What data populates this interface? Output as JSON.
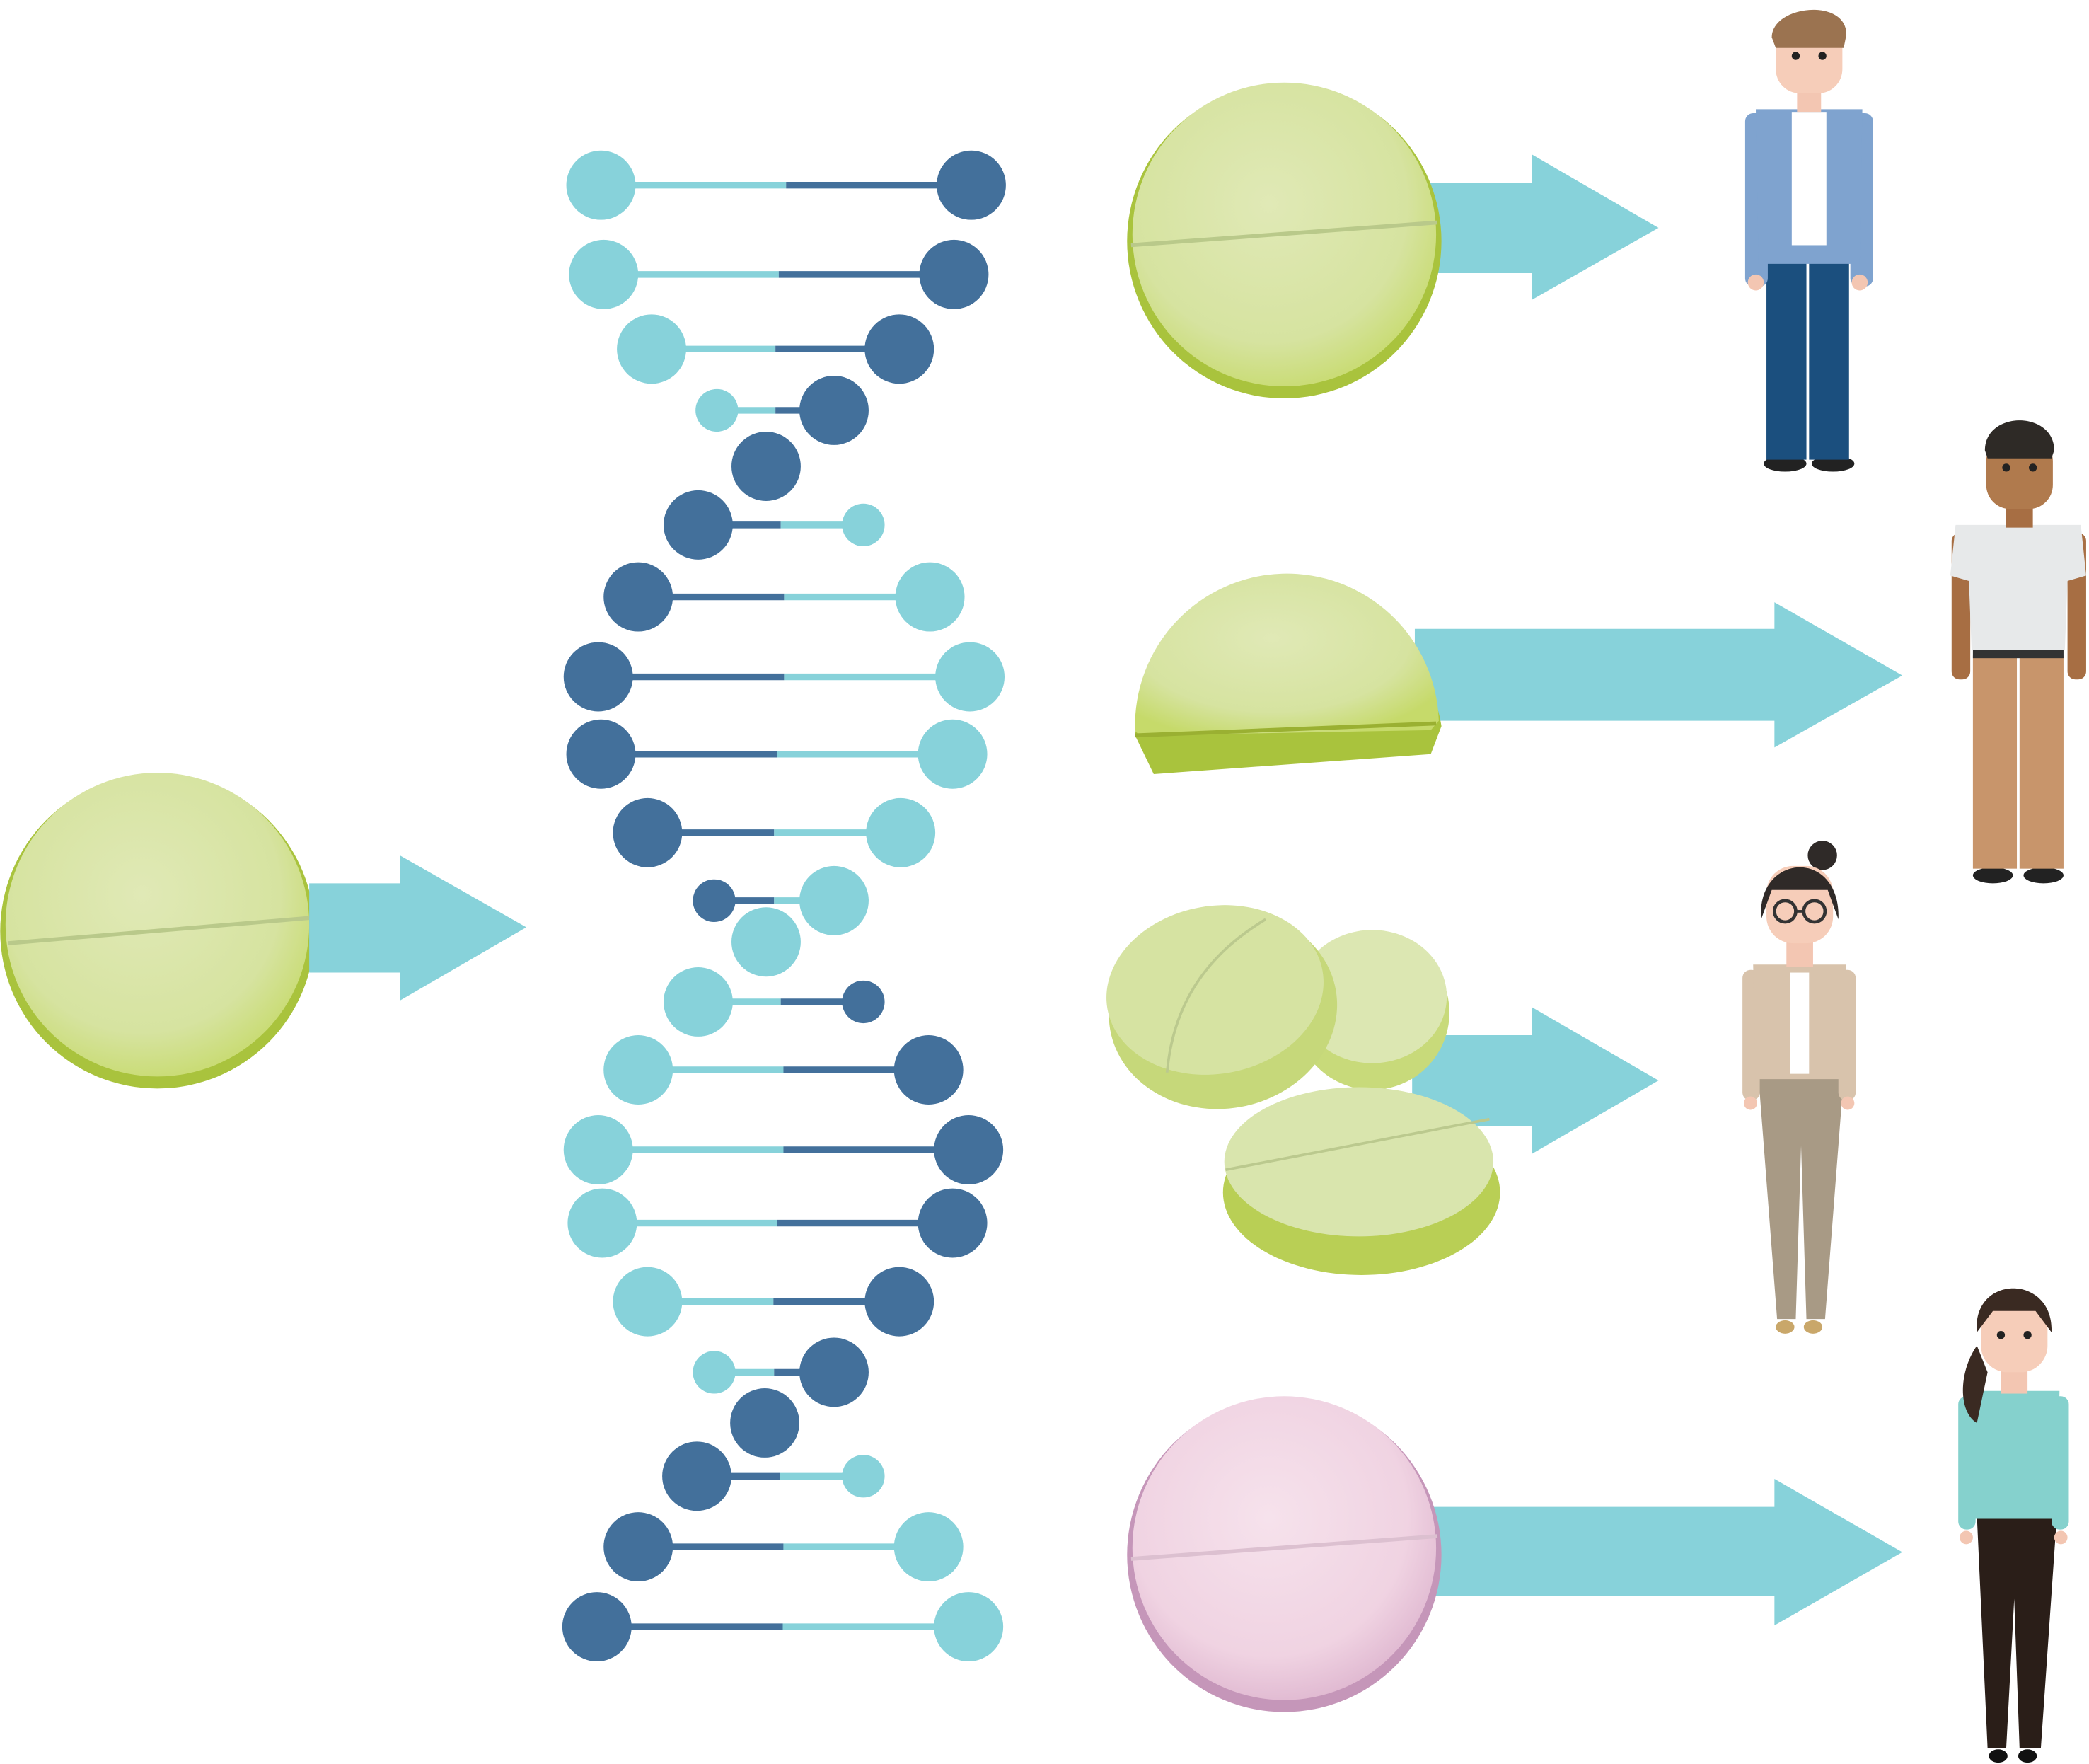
{
  "diagram": {
    "kind": "pharmacogenomics-illustration",
    "colors": {
      "arrow": "#87D2DA",
      "dna_dark": "#43709B",
      "dna_light": "#87D2DA",
      "pill_green": "#D8E4A6",
      "pill_green_rim": "#A9C33D",
      "pill_pink": "#F1D6E5",
      "pill_pink_rim": "#C596B9"
    },
    "input": {
      "pill": "whole-green-tablet"
    },
    "outcomes": [
      {
        "dose": "whole-green-tablet",
        "person": "man-blue-jacket"
      },
      {
        "dose": "half-green-tablet",
        "person": "man-white-tshirt"
      },
      {
        "dose": "three-green-tablets",
        "person": "woman-glasses-beige-suit"
      },
      {
        "dose": "whole-pink-tablet",
        "person": "woman-teal-top"
      }
    ]
  }
}
